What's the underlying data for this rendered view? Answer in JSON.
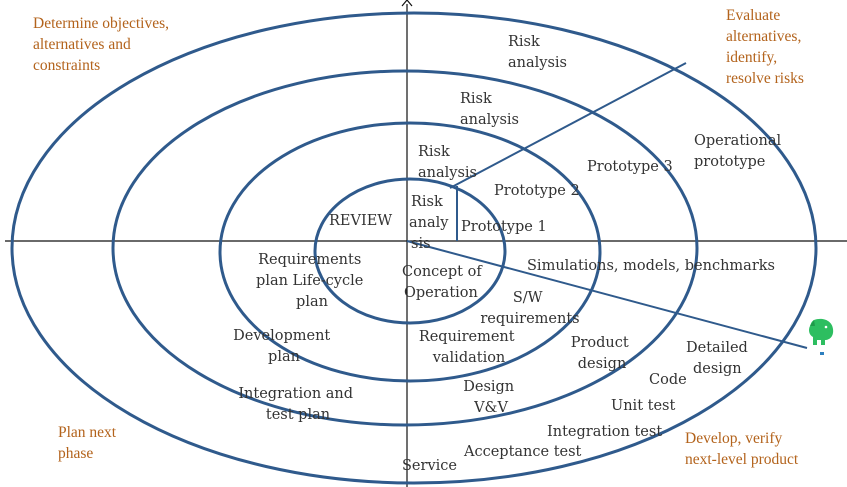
{
  "quadrants": {
    "top_left": [
      "Determine objectives,",
      "alternatives and",
      "constraints"
    ],
    "top_right": [
      "Evaluate",
      "alternatives,",
      "identify,",
      "resolve risks"
    ],
    "bottom_left": [
      "Plan next",
      "phase"
    ],
    "bottom_right": [
      "Develop, verify",
      "next-level product"
    ]
  },
  "risk_analysis": {
    "outer": [
      "Risk",
      "analysis"
    ],
    "second": [
      "Risk",
      "analysis"
    ],
    "third": [
      "Risk",
      "analysis"
    ],
    "inner": [
      "Risk",
      "analy",
      "sis"
    ]
  },
  "prototypes": {
    "p1": "Prototype 1",
    "p2": "Prototype 2",
    "p3": "Prototype 3",
    "operational": [
      "Operational",
      "prototype"
    ]
  },
  "review": "REVIEW",
  "planning": {
    "requirements": [
      "Requirements",
      "plan Life-cycle",
      "plan"
    ],
    "development": [
      "Development",
      "plan"
    ],
    "integration": [
      "Integration and",
      "test plan"
    ]
  },
  "engineering": {
    "simulations": "Simulations, models, benchmarks",
    "concept": [
      "Concept of",
      "Operation"
    ],
    "sw_requirements": [
      "S/W",
      "requirements"
    ],
    "requirement_validation": [
      "Requirement",
      "validation"
    ],
    "product_design": [
      "Product",
      "design"
    ],
    "detailed_design": [
      "Detailed",
      "design"
    ],
    "code": "Code",
    "design_vv": [
      "Design",
      "V&V"
    ],
    "unit_test": "Unit test",
    "integration_test": "Integration test",
    "acceptance_test": "Acceptance test",
    "service": "Service"
  },
  "icons": {
    "logo": "evernote-elephant-icon"
  },
  "colors": {
    "ring": "#2f5a8c",
    "quadrant_text": "#b3631c",
    "logo": "#2dbe60"
  }
}
